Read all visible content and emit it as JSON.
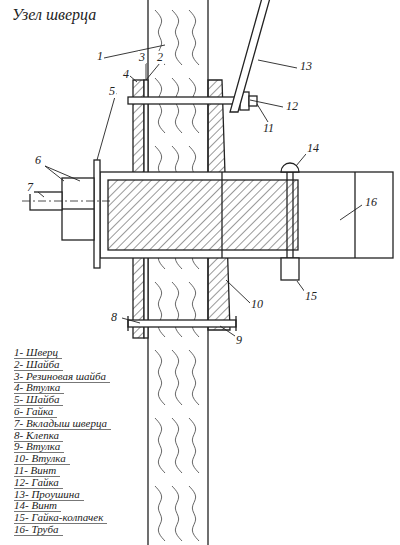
{
  "diagram": {
    "title": "Узел шверца",
    "labels": [
      "1",
      "3",
      "2",
      "4",
      "13",
      "5",
      "12",
      "11",
      "14",
      "6",
      "7",
      "16",
      "15",
      "8",
      "10",
      "9",
      "1- Шверц",
      "2- Шайба",
      "3- Резиновая шайба",
      "4- Втулка",
      "5- Шайба",
      "6- Гайка",
      "7- Вкладыш шверца",
      "8- Клепка",
      "9- Втулка",
      "10- Втулка",
      "11- Винт",
      "12- Гайка",
      "13- Проушина",
      "14- Винт",
      "15- Гайка-колпачек",
      "16- Труба"
    ]
  }
}
